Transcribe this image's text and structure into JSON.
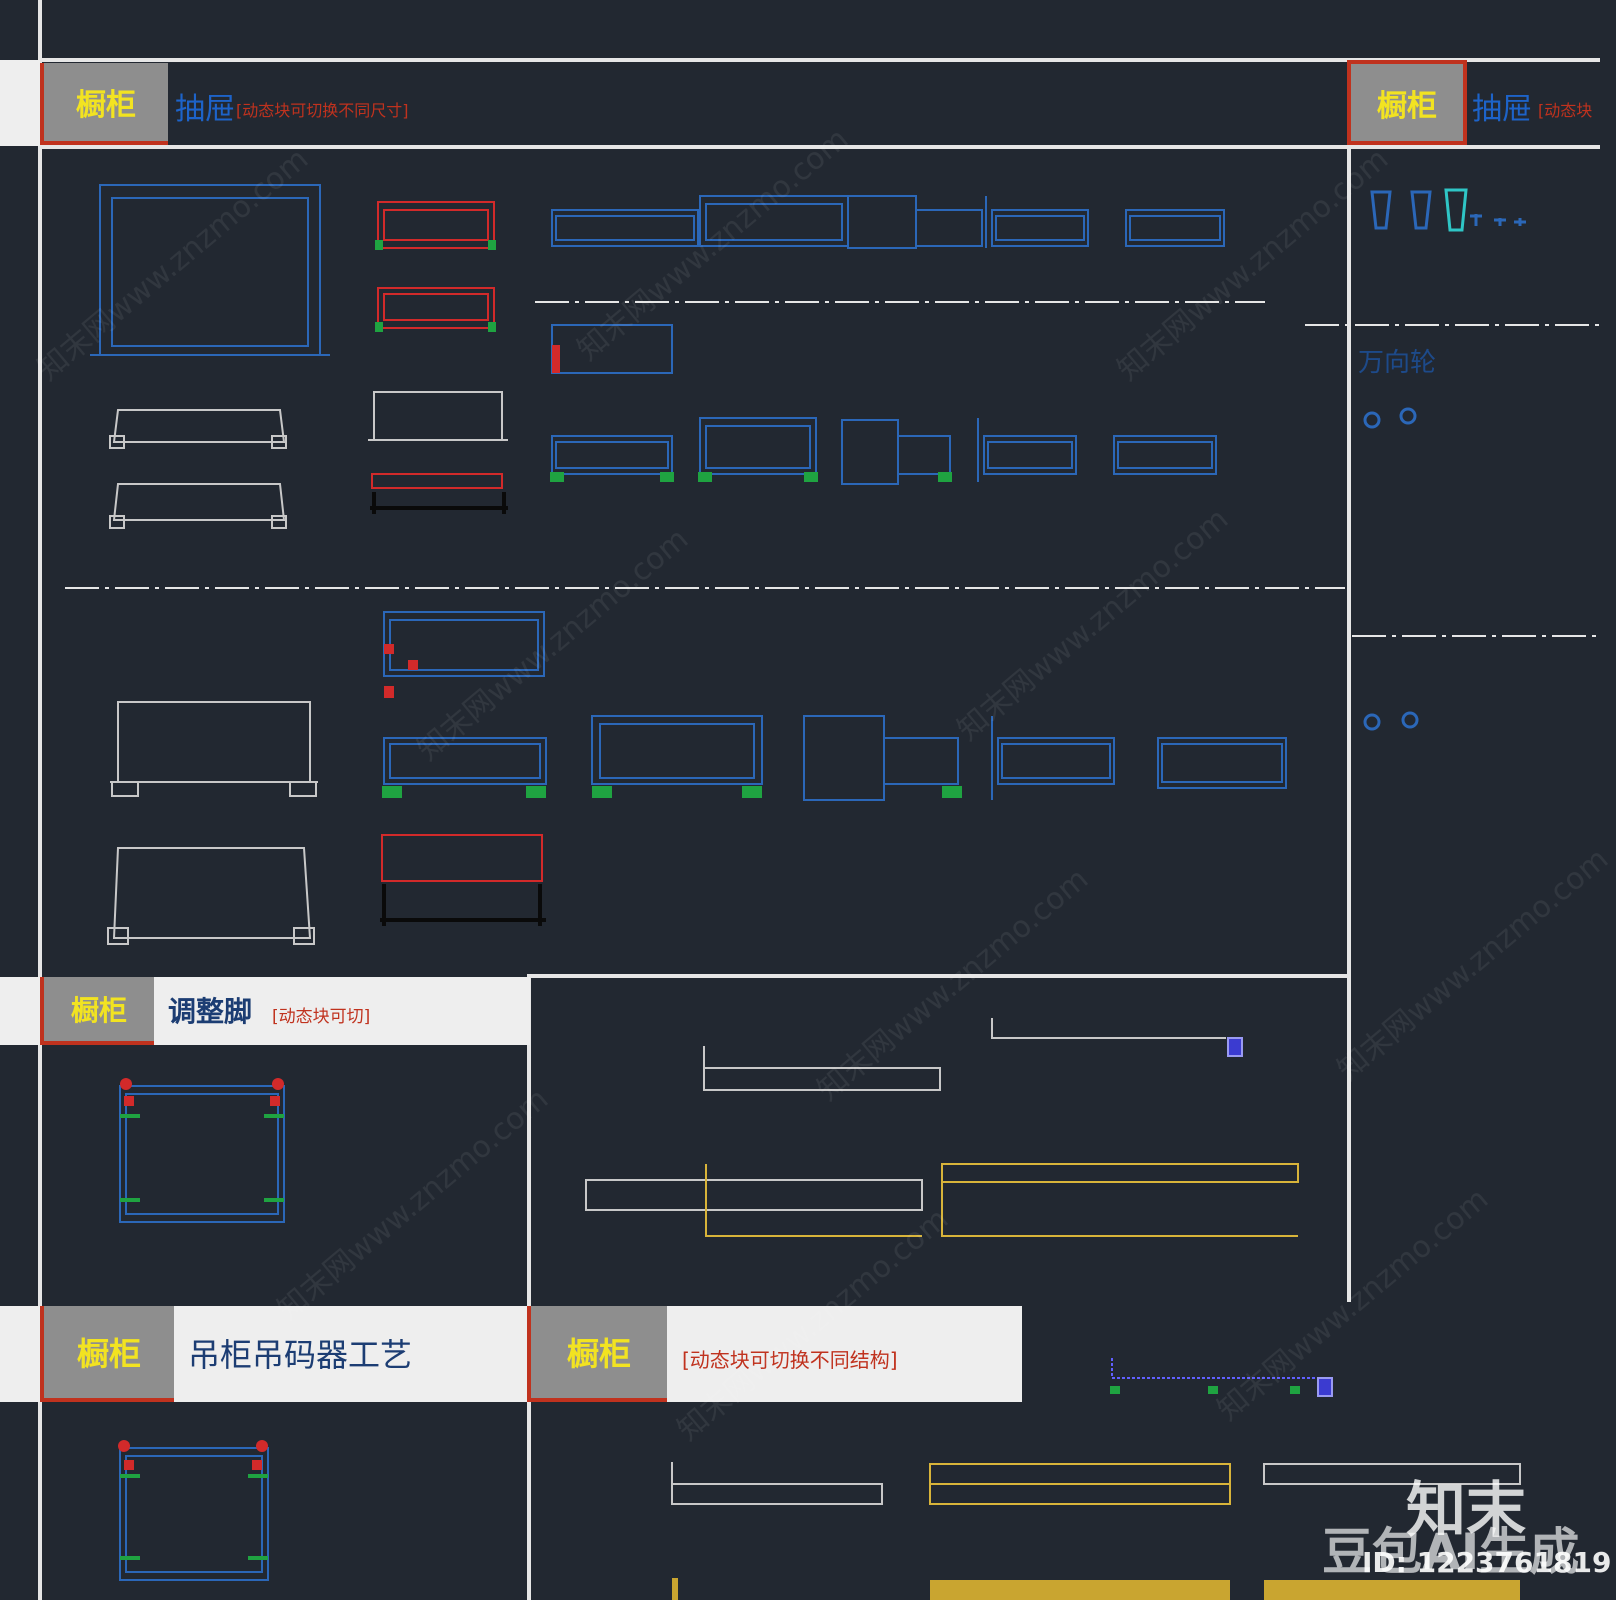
{
  "headers": {
    "drawer": {
      "tag": "橱柜",
      "title": "抽屉",
      "note": "[动态块可切换不同尺寸]"
    },
    "drawer_right": {
      "tag": "橱柜",
      "title": "抽屉",
      "note": "[动态块"
    },
    "feet": {
      "tag": "橱柜",
      "title": "调整脚",
      "note": "[动态块可切]"
    },
    "hanger": {
      "tag": "橱柜",
      "title": "吊柜吊码器工艺"
    },
    "structure": {
      "tag": "橱柜",
      "note": "[动态块可切换不同结构]"
    }
  },
  "right_panel": {
    "caster_label": "万向轮"
  },
  "watermark": {
    "site": "知末网www.znzmo.com",
    "logo": "知末",
    "ai_label": "豆包AI生成",
    "id_label": "ID: 1223761819"
  },
  "colors": {
    "background": "#222831",
    "tag_text": "#f2e321",
    "tag_border": "#c0321e",
    "blue_title": "#1d63c9",
    "red_note": "#c0321e",
    "cad_blue": "#2b67b8",
    "cad_red": "#d22a2a",
    "cad_yellow": "#d8b43a",
    "cad_green": "#1fa341"
  }
}
